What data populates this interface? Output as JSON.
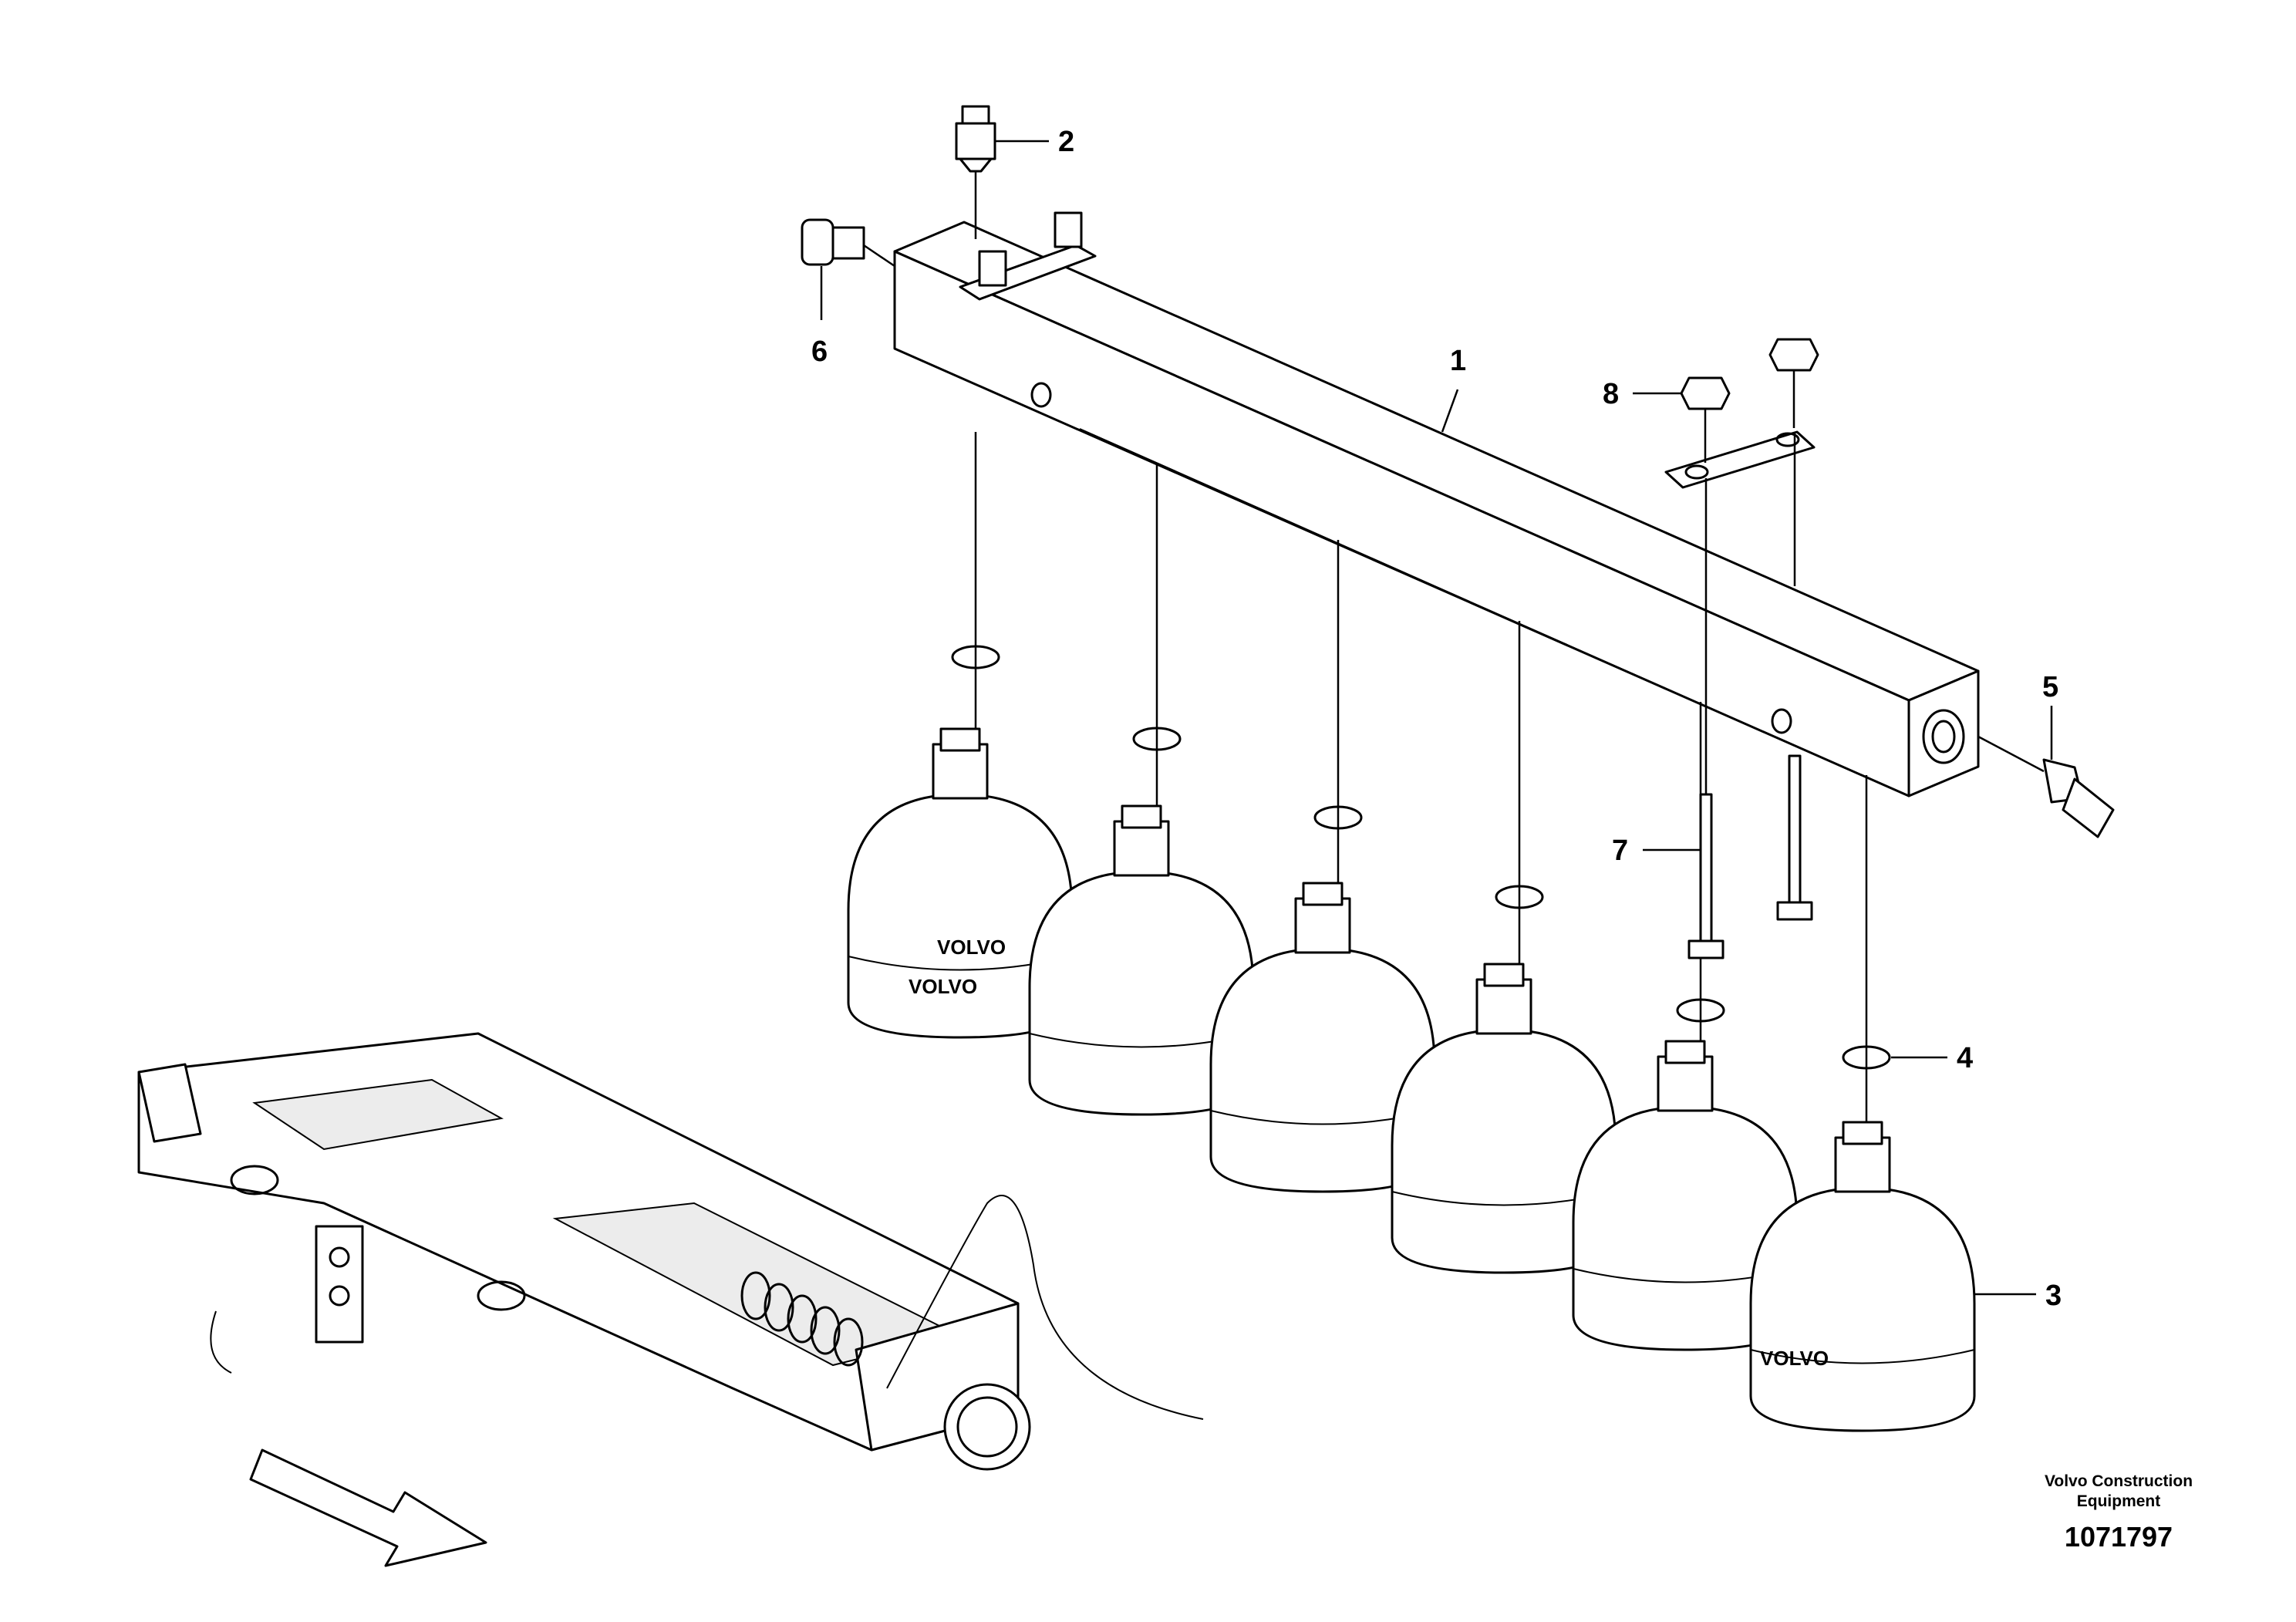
{
  "callouts": [
    {
      "id": "1",
      "label": "1"
    },
    {
      "id": "2",
      "label": "2"
    },
    {
      "id": "3",
      "label": "3"
    },
    {
      "id": "4",
      "label": "4"
    },
    {
      "id": "5",
      "label": "5"
    },
    {
      "id": "6",
      "label": "6"
    },
    {
      "id": "7",
      "label": "7"
    },
    {
      "id": "8",
      "label": "8"
    }
  ],
  "brand": "Volvo Construction Equipment",
  "document_number": "1071797",
  "accumulator_marking": "VOLVO"
}
